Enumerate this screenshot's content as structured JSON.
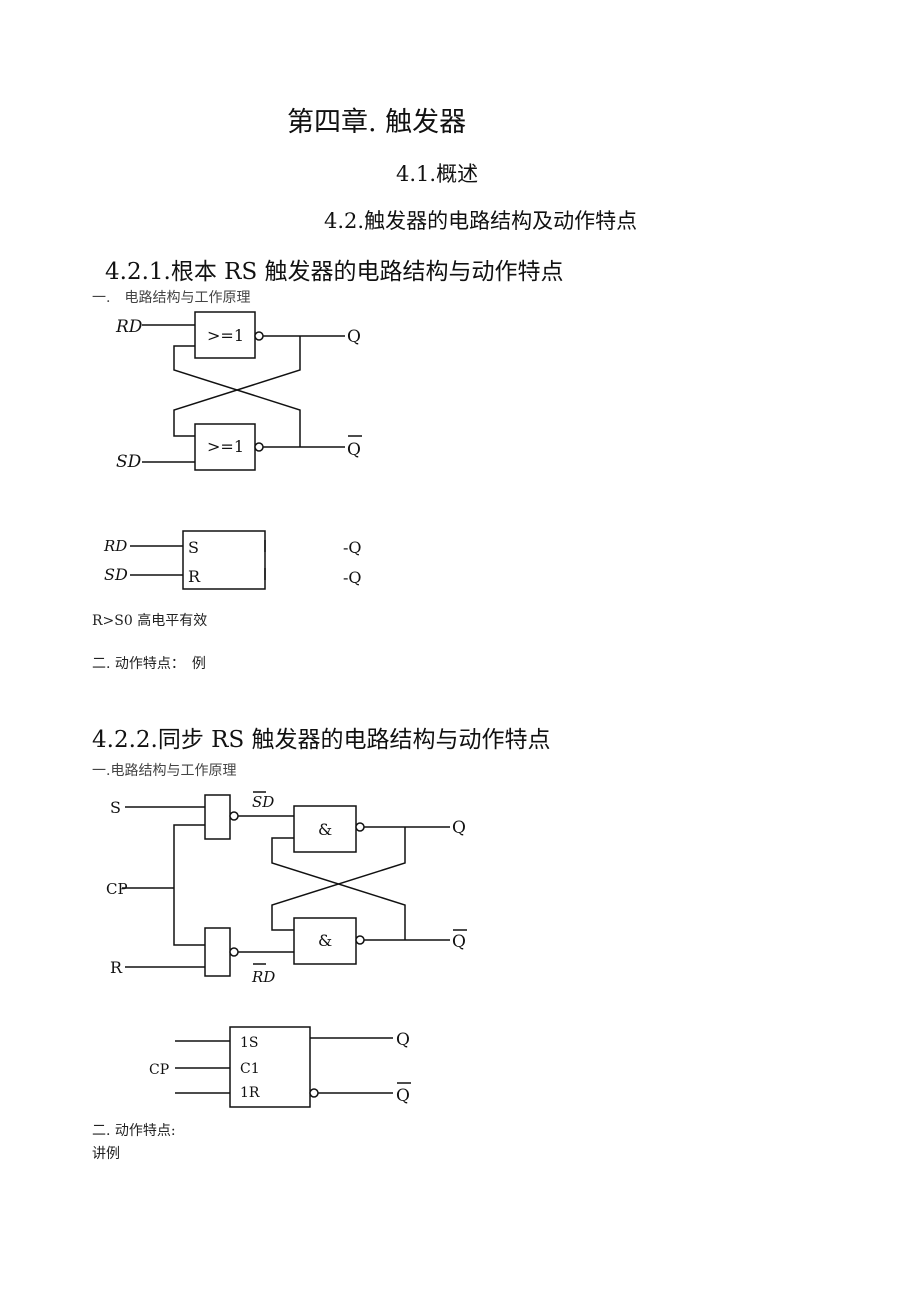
{
  "chapter_title": "第四章. 触发器",
  "section_41": "4.1.概述",
  "section_42": "4.2.触发器的电路结构及动作特点",
  "section_421": "4.2.1.根本 RS 触发器的电路结构与动作特点",
  "sub_421_a": "一.　电路结构与工作原理",
  "diagram1": {
    "gate_label": ">=1",
    "input_r": "RD",
    "input_s": "SD",
    "out_q": "Q",
    "out_qbar": "Q"
  },
  "symbol1": {
    "in_rd": "RD",
    "in_sd": "SD",
    "pin_s": "S",
    "pin_r": "R",
    "out_q": "-Q",
    "out_qbar": "-Q"
  },
  "note_active": "R>S0 高电平有效",
  "sub_421_b": "二. 动作特点：　例",
  "section_422": "4.2.2.同步 RS 触发器的电路结构与动作特点",
  "sub_422_a": "一.电路结构与工作原理",
  "diagram2": {
    "in_s": "S",
    "in_cp": "CP",
    "in_r": "R",
    "label_sd": "SD",
    "label_rd": "RD",
    "and_label": "&",
    "out_q": "Q",
    "out_qbar": "Q"
  },
  "symbol2": {
    "pin_1s": "1S",
    "pin_c1": "C1",
    "pin_1r": "1R",
    "in_cp": "CP",
    "out_q": "Q",
    "out_qbar": "Q"
  },
  "sub_422_b": "二. 动作特点:",
  "example": "讲例"
}
